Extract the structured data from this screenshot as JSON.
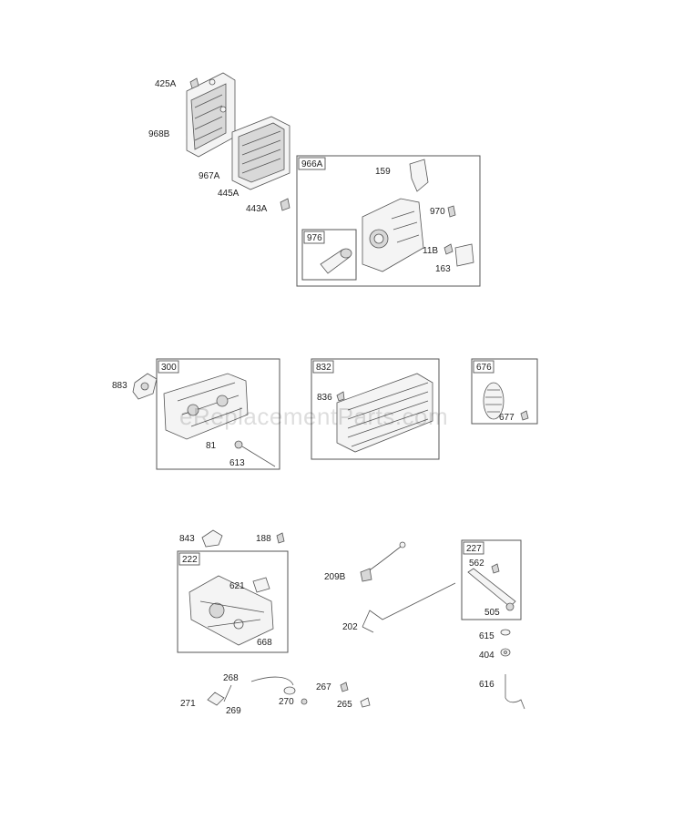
{
  "watermark": "eReplacementParts.com",
  "groups": [
    {
      "id": "966A",
      "parts": [
        "159",
        "970",
        "976",
        "11B",
        "163"
      ]
    },
    {
      "id": "976",
      "parts": []
    },
    {
      "id": "300",
      "parts": [
        "81",
        "613"
      ]
    },
    {
      "id": "832",
      "parts": [
        "836"
      ]
    },
    {
      "id": "676",
      "parts": [
        "677"
      ]
    },
    {
      "id": "222",
      "parts": [
        "621",
        "668"
      ]
    },
    {
      "id": "227",
      "parts": [
        "562",
        "505"
      ]
    }
  ],
  "labels": {
    "p425A": "425A",
    "p968B": "968B",
    "p967A": "967A",
    "p445A": "445A",
    "p443A": "443A",
    "p159": "159",
    "p970": "970",
    "p11B": "11B",
    "p163": "163",
    "p883": "883",
    "p81": "81",
    "p613": "613",
    "p836": "836",
    "p677": "677",
    "p843": "843",
    "p188": "188",
    "p621": "621",
    "p668": "668",
    "p209B": "209B",
    "p202": "202",
    "p562": "562",
    "p505": "505",
    "p615": "615",
    "p404": "404",
    "p616": "616",
    "p268": "268",
    "p271": "271",
    "p269": "269",
    "p270": "270",
    "p267": "267",
    "p265": "265"
  },
  "tags": {
    "t966A": "966A",
    "t976": "976",
    "t300": "300",
    "t832": "832",
    "t676": "676",
    "t222": "222",
    "t227": "227"
  }
}
